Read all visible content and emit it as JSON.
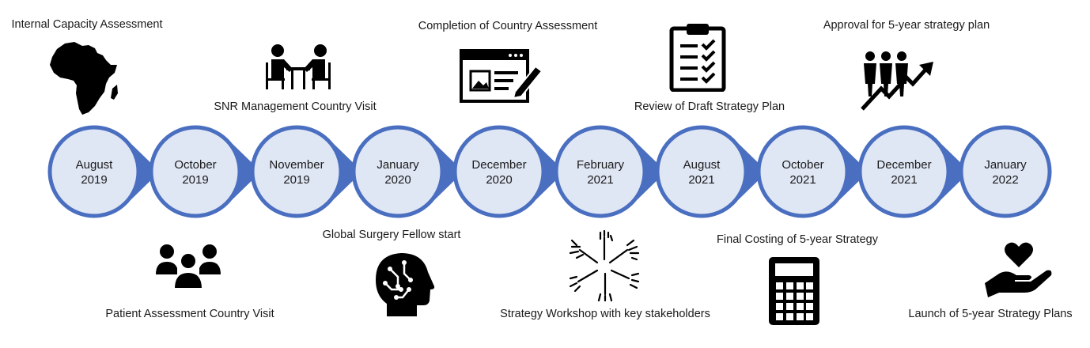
{
  "timeline": {
    "colors": {
      "ring": "#4a6fc0",
      "fill": "#dfe6f4",
      "icon": "#000000",
      "text": "#1a1a1a"
    },
    "nodes": [
      {
        "month": "August",
        "year": "2019"
      },
      {
        "month": "October",
        "year": "2019"
      },
      {
        "month": "November",
        "year": "2019"
      },
      {
        "month": "January",
        "year": "2020"
      },
      {
        "month": "December",
        "year": "2020"
      },
      {
        "month": "February",
        "year": "2021"
      },
      {
        "month": "August",
        "year": "2021"
      },
      {
        "month": "October",
        "year": "2021"
      },
      {
        "month": "December",
        "year": "2021"
      },
      {
        "month": "January",
        "year": "2022"
      }
    ]
  },
  "milestones": [
    {
      "label": "Internal Capacity Assessment",
      "icon": "africa-map-icon"
    },
    {
      "label": "Patient Assessment Country Visit",
      "icon": "people-group-icon"
    },
    {
      "label": "SNR Management Country Visit",
      "icon": "meeting-icon"
    },
    {
      "label": "Global Surgery Fellow start",
      "icon": "brain-circuit-icon"
    },
    {
      "label": "Completion of Country Assessment",
      "icon": "document-edit-icon"
    },
    {
      "label": "Strategy Workshop with key stakeholders",
      "icon": "hands-circle-icon"
    },
    {
      "label": "Review of Draft Strategy Plan",
      "icon": "checklist-clipboard-icon"
    },
    {
      "label": "Final Costing of 5-year Strategy",
      "icon": "calculator-icon"
    },
    {
      "label": "Approval for 5-year strategy plan",
      "icon": "growth-people-icon"
    },
    {
      "label": "Launch of 5-year Strategy Plans",
      "icon": "heart-hand-icon"
    }
  ]
}
